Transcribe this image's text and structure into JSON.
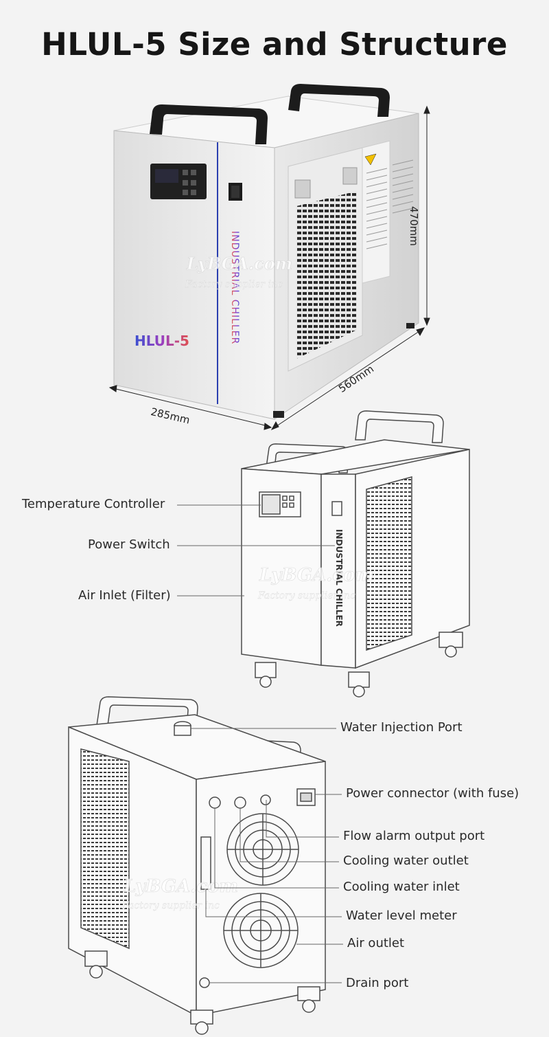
{
  "page": {
    "title": "HLUL-5 Size and Structure"
  },
  "product": {
    "model_label": "HLUL-5",
    "side_text": "INDUSTRIAL CHILLER",
    "watermark": "LyBGA.com",
    "watermark_sub": "Factory supplier inc"
  },
  "dimensions": {
    "height": "470mm",
    "length": "560mm",
    "width": "285mm"
  },
  "front_labels": {
    "temperature_controller": "Temperature Controller",
    "power_switch": "Power Switch",
    "air_inlet": "Air Inlet (Filter)"
  },
  "rear_labels": {
    "water_injection_port": "Water Injection Port",
    "power_connector": "Power connector (with fuse)",
    "flow_alarm_output_port": "Flow alarm output port",
    "cooling_water_outlet": "Cooling water outlet",
    "cooling_water_inlet": "Cooling water inlet",
    "water_level_meter": "Water level meter",
    "air_outlet": "Air outlet",
    "drain_port": "Drain port"
  }
}
